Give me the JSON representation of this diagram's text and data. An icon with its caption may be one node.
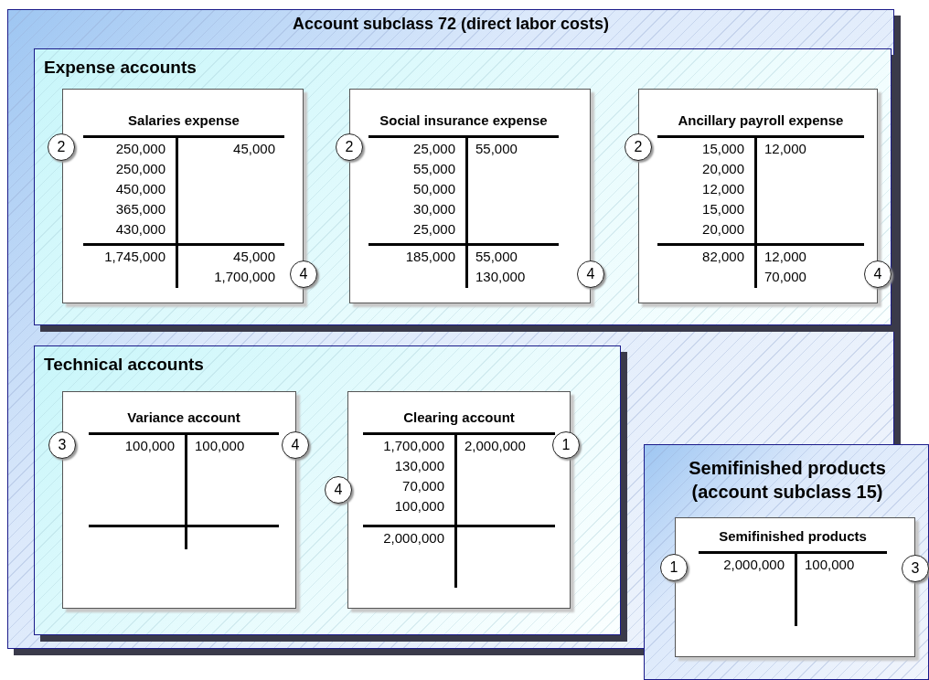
{
  "diagram": {
    "nodes": [
      {
        "text": [
          "Account subclass 72 (direct labor costs)"
        ]
      },
      {
        "text": [
          "Expense accounts"
        ],
        "in": 0
      },
      {
        "text": [
          "Salaries expense",
          "250,000 250,000 450,000 365,000 430,000",
          "45,000",
          "1,745,000",
          "45,000 1,700,000"
        ],
        "in": 1
      },
      {
        "text": [
          "2"
        ],
        "in": 1
      },
      {
        "text": [
          "4"
        ],
        "in": 1
      },
      {
        "text": [
          "Social insurance expense",
          "25,000 55,000 50,000 30,000 25,000",
          "55,000",
          "185,000",
          "55,000 130,000"
        ],
        "in": 1
      },
      {
        "text": [
          "2"
        ],
        "in": 1
      },
      {
        "text": [
          "4"
        ],
        "in": 1
      },
      {
        "text": [
          "Ancillary payroll expense",
          "15,000 20,000 12,000 15,000 20,000",
          "12,000",
          "82,000",
          "12,000 70,000"
        ],
        "in": 1
      },
      {
        "text": [
          "2"
        ],
        "in": 1
      },
      {
        "text": [
          "4"
        ],
        "in": 1
      },
      {
        "text": [
          "Technical accounts"
        ],
        "in": 0
      },
      {
        "text": [
          "Variance account",
          "100,000",
          "100,000"
        ],
        "in": 11
      },
      {
        "text": [
          "3"
        ],
        "in": 11
      },
      {
        "text": [
          "4"
        ],
        "in": 11
      },
      {
        "text": [
          "Clearing account",
          "1,700,000 130,000 70,000 100,000",
          "2,000,000",
          "2,000,000"
        ],
        "in": 11
      },
      {
        "text": [
          "4"
        ],
        "in": 11
      },
      {
        "text": [
          "1"
        ],
        "in": 11
      },
      {
        "text": [
          "Semifinished products (account subclass 15)"
        ]
      },
      {
        "text": [
          "Semifinished products",
          "2,000,000",
          "100,000"
        ],
        "in": 18
      },
      {
        "text": [
          "1"
        ]
      },
      {
        "text": [
          "3"
        ],
        "in": 18
      }
    ],
    "edges": []
  }
}
